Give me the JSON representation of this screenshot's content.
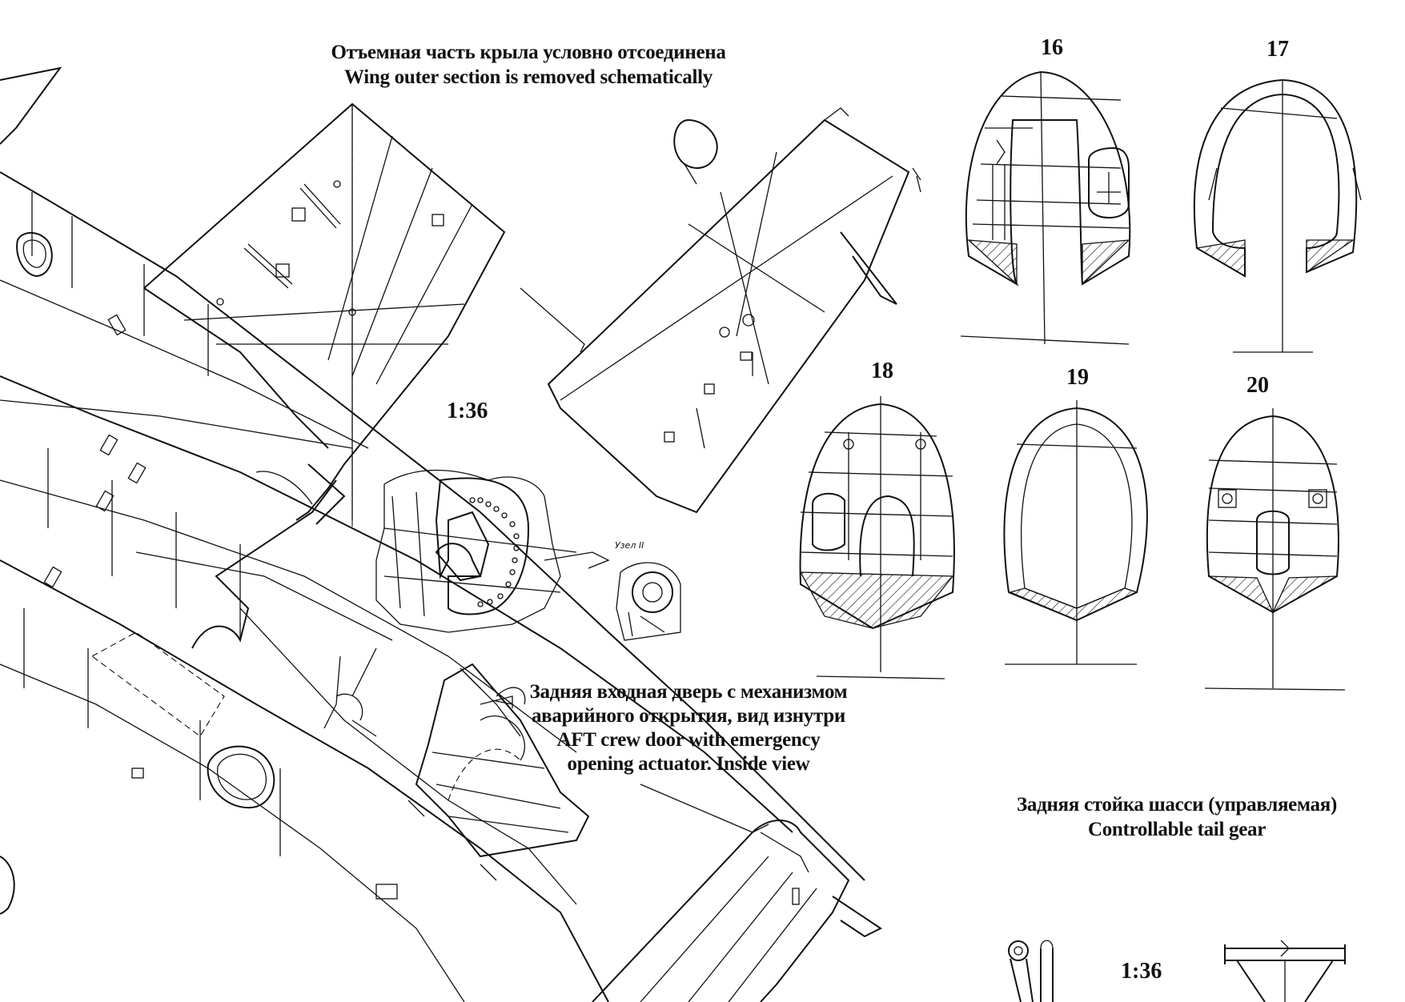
{
  "captions": {
    "wing_note": {
      "ru": "Отъемная часть крыла условно отсоединена",
      "en": "Wing outer section is removed schematically"
    },
    "door_note": {
      "ru1": "Задняя входная дверь с механизмом",
      "ru2": "аварийного открытия, вид изнутри",
      "en1": "AFT crew door with emergency",
      "en2": "opening actuator. Inside view"
    },
    "tail_gear_note": {
      "ru": "Задняя стойка шасси (управляемая)",
      "en": "Controllable tail gear"
    },
    "detail_label": "Узел II"
  },
  "scales": {
    "center": "1:36",
    "bottom": "1:36"
  },
  "sections": [
    "16",
    "17",
    "18",
    "19",
    "20"
  ]
}
